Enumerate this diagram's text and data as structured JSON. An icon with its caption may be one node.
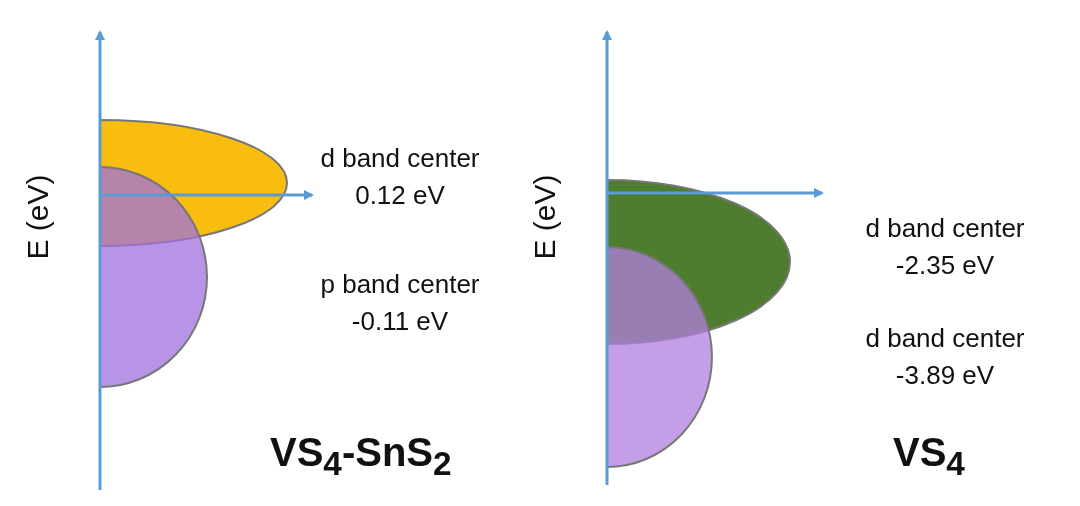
{
  "diagram": {
    "labels": [
      "E (eV)",
      "d band center 0.12 eV",
      "p band center -0.11 eV",
      "VS$_{4}$-SnS$_{2}$",
      "E (eV)",
      "d band center -2.35 eV",
      "d band center -3.89 eV",
      "VS$_{4}$"
    ]
  }
}
